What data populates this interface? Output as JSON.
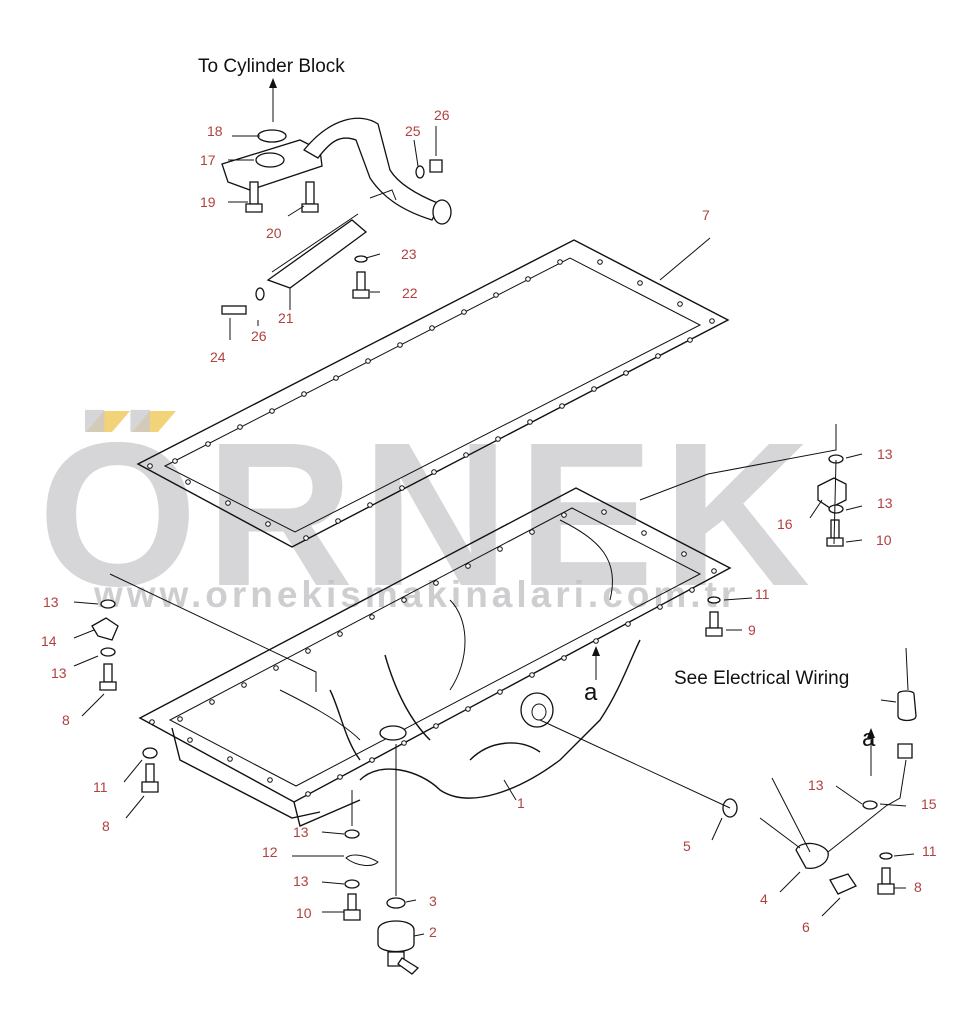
{
  "watermark": {
    "brand": "ÖRNEK",
    "url": "www.ornekismakinalari.com.tr",
    "accent_color": "#f3d37a",
    "text_color": "#c9c9cc"
  },
  "notes": {
    "to_cylinder_block": "To Cylinder Block",
    "see_electrical_wiring": "See Electrical Wiring",
    "ref_a_pan": "a",
    "ref_a_wire": "a"
  },
  "callouts": [
    "1",
    "2",
    "3",
    "4",
    "5",
    "6",
    "7",
    "8",
    "8",
    "8",
    "9",
    "10",
    "10",
    "11",
    "11",
    "11",
    "12",
    "13",
    "13",
    "13",
    "13",
    "13",
    "13",
    "13",
    "14",
    "15",
    "16",
    "17",
    "18",
    "19",
    "20",
    "21",
    "22",
    "23",
    "24",
    "25",
    "26",
    "26"
  ],
  "colors": {
    "callout_number": "#b0413e",
    "line_art": "#111111",
    "background": "#ffffff"
  }
}
